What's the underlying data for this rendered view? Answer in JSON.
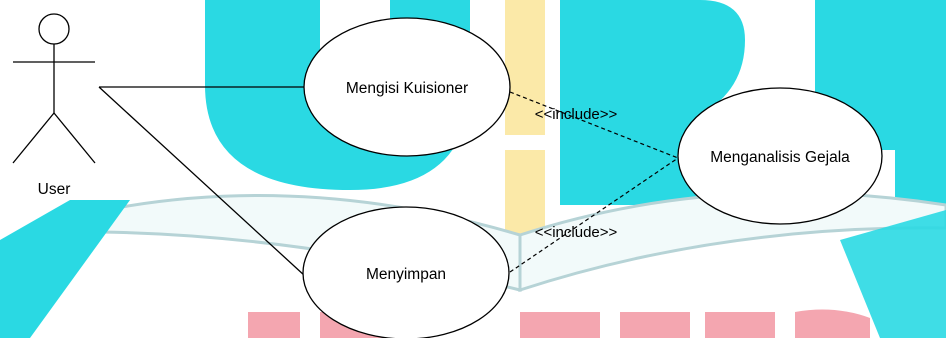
{
  "diagram": {
    "actor": {
      "name": "User"
    },
    "use_cases": {
      "mengisi": "Mengisi Kuisioner",
      "menyimpan": "Menyimpan",
      "menganalisis": "Menganalisis Gejala"
    },
    "relations": {
      "include_top": "<<include>>",
      "include_bottom": "<<include>>"
    }
  },
  "watermark": {
    "logo_text": "UBP KARAWANG",
    "colors": {
      "cyan": "#2ad9e3",
      "pink": "#f4a6b0",
      "yellow": "#fbe9a8"
    }
  }
}
